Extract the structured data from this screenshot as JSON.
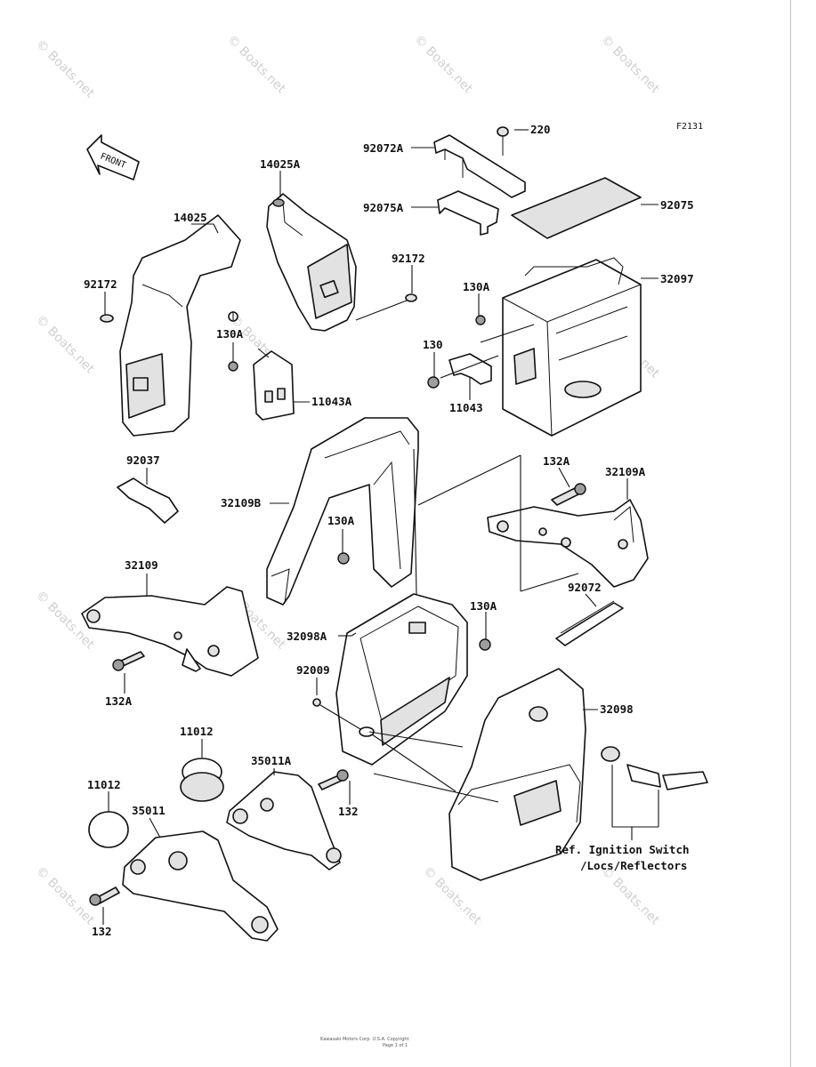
{
  "figure_code": "F2131",
  "direction_arrow": "FRONT",
  "watermark": "© Boats.net",
  "ref_note": [
    "Ref. Ignition Switch",
    "/Locs/Reflectors"
  ],
  "footer": [
    "Kawasaki Motors Corp. U.S.A. Copyright",
    "Page 1 of 1"
  ],
  "labels": {
    "p220": "220",
    "p92072A": "92072A",
    "p92075A": "92075A",
    "p92075": "92075",
    "p14025A": "14025A",
    "p14025": "14025",
    "p92172_left": "92172",
    "p92172_right": "92172",
    "p130A_top": "130A",
    "p32097": "32097",
    "p130": "130",
    "p11043": "11043",
    "p130A_left": "130A",
    "p11043A": "11043A",
    "p92037": "92037",
    "p132A_top": "132A",
    "p32109A": "32109A",
    "p32109B": "32109B",
    "p130A_mid": "130A",
    "p32109": "32109",
    "p92072": "92072",
    "p130A_right": "130A",
    "p32098A": "32098A",
    "p132A_bottom": "132A",
    "p92009": "92009",
    "p32098": "32098",
    "p11012_top": "11012",
    "p35011A": "35011A",
    "p132_right": "132",
    "p11012_left": "11012",
    "p35011": "35011",
    "p132_bottom": "132"
  }
}
